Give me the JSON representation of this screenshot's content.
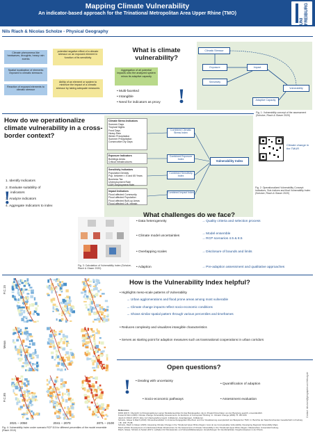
{
  "header": {
    "title": "Mapping Climate Vulnerability",
    "subtitle": "An indicator-based approach for the Trinational Metropolitan Area Upper Rhine (TMO)",
    "logo_text": "UNI FREIBURG"
  },
  "authors": "Nils Riach & Nicolas Scholze - Physical Geography",
  "section1": {
    "heading": "What is climate vulnerability?",
    "boxes": [
      {
        "text": "Climate phenomena like heatwaves, droughts, heavy rain events",
        "color": "#a9c9e8"
      },
      {
        "text": "potential negative effect of a climate stressor on an exposed element in function of its sensitivity",
        "color": "#f4e79a"
      },
      {
        "text": "Spatial localization of elements exposed to climatic stressors",
        "color": "#a9c9e8"
      },
      {
        "text": "Reaction of exposed elements to climatic stressor",
        "color": "#a9c9e8"
      },
      {
        "text": "Ability of an element or system to minimize the impact of a climatic stressor by taking adequate measures",
        "color": "#f4e79a"
      },
      {
        "text": "Aggregation of all potential impacts onto the analyzed system minus its adaptive capacity",
        "color": "#b9d98a"
      }
    ],
    "bullets": [
      "Multi-facetted",
      "Intangible",
      "Need for indicators as proxy"
    ],
    "concept": {
      "nodes": [
        "Climatic Stressor",
        "Exposure",
        "Impact",
        "Sensitivity",
        "Vulnerability",
        "Adaptive Capacity"
      ],
      "caption": "Fig. 1: Vulnerability concept of the assessment (Scholze, Riach & Glaser 2020)"
    }
  },
  "section2": {
    "heading": "How do we operationalize climate vulnerability in a cross-border context?",
    "steps": [
      "1. Identify Indicators",
      "2. Evaluate suitability of indicators",
      "3. Analyze indicators",
      "4. Aggregate Indicators to index"
    ],
    "flow": {
      "groups": [
        {
          "title": "Climate Stress Indicators",
          "items": [
            "Summer Days",
            "Tropical Nights",
            "Frost Days",
            "Heavy Rain",
            "Winter Precipitation",
            "Summer Precipitation",
            "Consecutive Dry Days"
          ],
          "combined": "Combined Climatic Stress Index"
        },
        {
          "title": "Exposure Indicators",
          "items": [
            "Buildings Areas",
            "Critical Infrastructures"
          ],
          "combined": "Combined Exposure Index"
        },
        {
          "title": "Sensitivity Indicators",
          "items": [
            "Population Density",
            "Pop. between < 5 and 65 Years",
            "Business Tax",
            "Unemployment Rate",
            "GDP, Employment Rate"
          ],
          "combined": "Combined Sensitivity Index"
        },
        {
          "title": "Impact Indicators",
          "items": [
            "Flood affected Community",
            "Flood affected Population",
            "Flood affected Built-up Areas",
            "Flood affected Crit. Infrastr."
          ],
          "combined": "Combined Impact Index"
        }
      ],
      "result": "Vulnerability Index",
      "caption": "Fig. 2: Operationalized Vulnerability Concept: Indicators, Sub-Indices and final Vulnerability Index (Scholze, Riach & Glaser 2020)"
    },
    "qr_label": "Climate change in the TMUR",
    "fig3_caption": "Fig. 3: Calculation of Vulnerability Index (Scholze, Riach & Glaser 2020)"
  },
  "section3": {
    "heading": "What challenges do we face?",
    "rows": [
      {
        "left": "Data heterogeneity",
        "right": [
          "Quality criteria and selection process"
        ]
      },
      {
        "left": "Climate model uncertainties",
        "right": [
          "Model ensemble",
          "RCP scenarios 4.5 & 8.5"
        ]
      },
      {
        "left": "Overlapping scales",
        "right": [
          "Disclosure of bounds and limits"
        ]
      },
      {
        "left": "Adaption",
        "right": [
          "Pre-adaption assessment and qualitative approaches"
        ]
      }
    ]
  },
  "section4": {
    "heading": "How is the Vulnerability Index helpful?",
    "bullets": [
      "Highlights meso-scale patterns of Vulnerability",
      "Reduces complexity and visualizes intangible characteristics",
      "Serves as starting point for adaption measures such as transnational cooperations in urban corridors"
    ],
    "sub_bullets": [
      "Urban agglomerations and flood prone areas among most vulnerable",
      "Climate change impacts reflect socio-economic conditions",
      "Shows similar spatial pattern through various percentiles and timeframes"
    ]
  },
  "section5": {
    "heading": "Open questions?",
    "items": [
      "Dealing with uncertainty",
      "Quantification of adaption",
      "Socio-economic pathways",
      "Assessment evaluation"
    ]
  },
  "maps": {
    "row_labels": [
      "P.C.15",
      "Mean",
      "P.C.85"
    ],
    "col_labels": [
      "2021 – 2050",
      "2041 – 2070",
      "2071 – 2100"
    ],
    "caption": "Fig. 4: Vulnerability Index under scenario RCP 8.5 for different percentiles of the model ensemble (Riach 2019)"
  },
  "references": {
    "heading": "References",
    "lines": [
      "DWD (2017): Übersicht zu Klimaprojektionen seiner Modellensembles für das Bundesgebiet, die im Projekt Klima Daten von der Bereitung geprüft, unverständlich.",
      "Fussel & Klein (2006): Climate Change Vulnerability Assessments: An Evolution of Conceptual Thinking. In: Climatic Change (2006) 75: 301-329.",
      "Jacob & Ulbrich (2017): Eine zur Inbezugnahme kognit. Indikatoren, Ausprägungen, Indikatoren.",
      "Scholze, Glaser & Riach (2019): Klimavulnerabilität: Im Untersuchungsgebiet Oberrhein und ihre Visualisierung exemplarisch am Beispiel der TMO. In: Berichte der Naturforschenden Gesellschaft zu Freiburg i. Br. 109: 75-98.",
      "Scholze, Riach & Glaser (2020): Assessing Climate Change in the Trinational Upper Rhine Region: How do we Conceptualise Vulnerability. Developing Regional Vulnerability Maps.",
      "Riach (2019): Development of a Web-based Data Infrastructure for the Assessment of Climate Vulnerability in the Trinational Upper Rhine Region. Masterarbeit, Universität Freiburg.",
      "Riach, Glaser, Scholze & Seidel (2017): Leitfaden für Klimawandel- und Vulnerabilitätsanalysen. Empfehlungen für interdisziplinäre Vorgehensweisen in der Praxis."
    ]
  },
  "contact": "Contact: nils.riach@geographie.uni-freiburg.de"
}
